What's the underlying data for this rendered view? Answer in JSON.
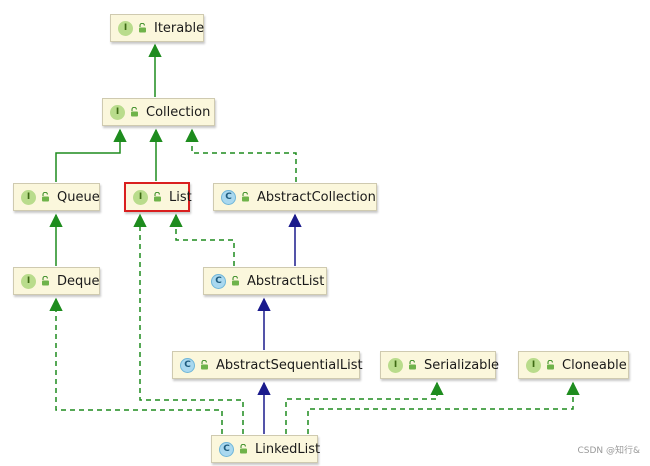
{
  "nodes": {
    "iterable": {
      "label": "Iterable",
      "kind": "I",
      "icon": "interface-icon"
    },
    "collection": {
      "label": "Collection",
      "kind": "I",
      "icon": "interface-icon"
    },
    "queue": {
      "label": "Queue",
      "kind": "I",
      "icon": "interface-icon"
    },
    "list": {
      "label": "List",
      "kind": "I",
      "icon": "interface-icon",
      "highlighted": true
    },
    "abstract_collection": {
      "label": "AbstractCollection",
      "kind": "C",
      "icon": "abstract-class-icon"
    },
    "deque": {
      "label": "Deque",
      "kind": "I",
      "icon": "interface-icon"
    },
    "abstract_list": {
      "label": "AbstractList",
      "kind": "C",
      "icon": "abstract-class-icon"
    },
    "abstract_sequential_list": {
      "label": "AbstractSequentialList",
      "kind": "C",
      "icon": "abstract-class-icon"
    },
    "serializable": {
      "label": "Serializable",
      "kind": "I",
      "icon": "interface-icon"
    },
    "cloneable": {
      "label": "Cloneable",
      "kind": "I",
      "icon": "interface-icon"
    },
    "linked_list": {
      "label": "LinkedList",
      "kind": "C",
      "icon": "class-icon"
    }
  },
  "edge_styles": {
    "extends": {
      "color": "#1a1a8c",
      "dashed": false
    },
    "interface_extends": {
      "color": "#1e8c1e",
      "dashed": false
    },
    "implements": {
      "color": "#1e8c1e",
      "dashed": true
    }
  },
  "watermark": "CSDN @知行&"
}
